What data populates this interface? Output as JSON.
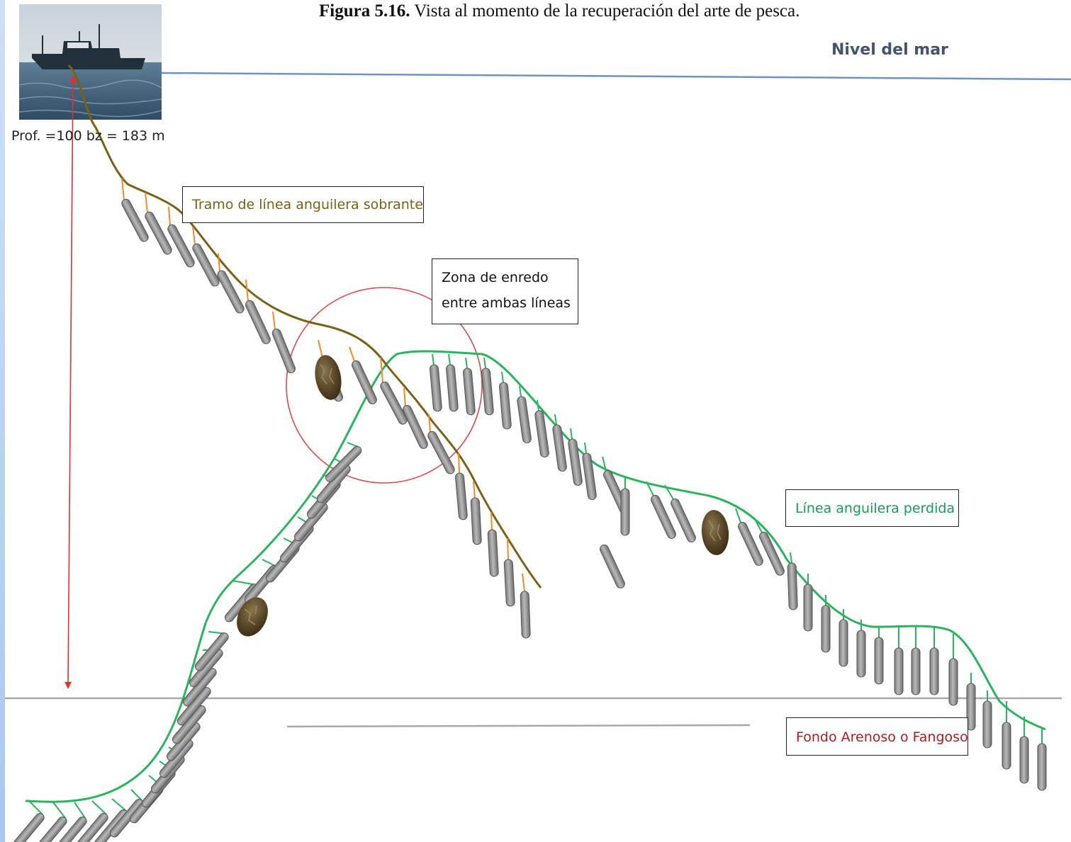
{
  "caption": {
    "number": "Figura 5.16.",
    "text": "Vista al momento de la recuperación del arte de pesca."
  },
  "labels": {
    "sea_level": "Nivel del mar",
    "depth": "Prof.  =100 bz = 183 m",
    "surplus_line": "Tramo de línea anguilera sobrante",
    "tangle_zone_line1": "Zona de enredo",
    "tangle_zone_line2": "entre ambas líneas",
    "lost_line": "Línea anguilera perdida",
    "seabed": "Fondo Arenoso o Fangoso"
  },
  "colors": {
    "surplus_line": "#7a6115",
    "lost_line": "#2bb35e",
    "snood_surplus": "#f08a2a",
    "trap_fill": "#9d9d9d",
    "depth_arrow": "#e03030",
    "tangle_circle": "#e04848",
    "sea_line": "#6e93c2",
    "seabed_line": "#a8a8a8"
  },
  "icons": [
    "ship-photo-icon",
    "rock-icon",
    "trap-icon",
    "depth-arrow-icon"
  ]
}
